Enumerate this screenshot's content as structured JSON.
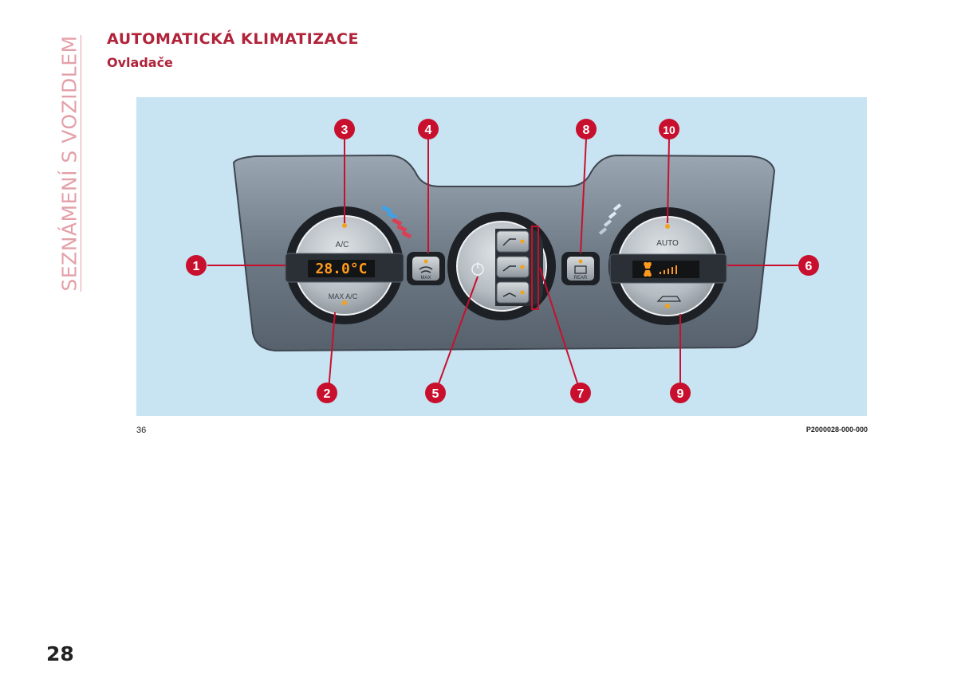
{
  "side_title": "SEZNÁMENÍ S VOZIDLEM",
  "title": "AUTOMATICKÁ KLIMATIZACE",
  "subtitle": "Ovladače",
  "figure": {
    "number": "36",
    "code": "P2000028-000-000",
    "left_knob": {
      "top_label": "A/C",
      "bottom_label": "MAX A/C",
      "display": "28.0°C"
    },
    "right_knob": {
      "top_label": "AUTO"
    },
    "button_4_label": "MAX",
    "button_8_label": "REAR",
    "callouts": [
      "1",
      "2",
      "3",
      "4",
      "5",
      "6",
      "7",
      "8",
      "9",
      "10"
    ],
    "colors": {
      "callout": "#c8102e",
      "display_text": "#ff9a1f",
      "background": "#c8e3f2"
    }
  },
  "page_number": "28"
}
